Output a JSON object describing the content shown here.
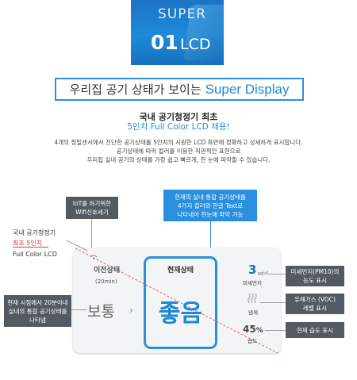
{
  "banner": {
    "super": "SUPER",
    "number": "01",
    "lcd": "LCD"
  },
  "headline": {
    "text": "우리집 공기 상태가 보이는",
    "highlight": "Super Display"
  },
  "subtitle": {
    "line1": "국내 공기청정기 최초",
    "line2": "5인치 Full Color LCD 채용!"
  },
  "description": [
    "4개의 정밀센서에서 진단한 공기상태를 5인치의 시원한 LCD 화면에 정확하고 상세하게 표시합니다.",
    "공기상태에 따라 컬러를 이용한 직관적인 표현으로",
    "우리집 실내 공기의 상태를 가장 쉽고 빠르게, 한 눈에 파악할 수 있습니다."
  ],
  "callouts": {
    "iot": [
      "IoT를 하기위한",
      "Wifi신호세기"
    ],
    "current": [
      "현재의 실내 통합 공기상태를",
      "4가지 컬러와 한글 Text로",
      "나타내어 한눈에 파악 가능"
    ],
    "present": [
      "현재 시점에서 20분이내",
      "실내의 통합 공기상태를",
      "나타냄"
    ],
    "pm10": [
      "미세먼지(PM10)의",
      "농도 표시"
    ],
    "voc": [
      "유해가스 (VOC)",
      "레벨 표시"
    ],
    "humidity": "현재 습도 표시"
  },
  "left_note": {
    "line1": "국내 공기청정기",
    "line2": "최초 5인치",
    "line3": "Full Color LCD"
  },
  "display": {
    "prev_title": "이전상태",
    "prev_sub": "(20min)",
    "prev_value": "보통",
    "cur_title": "현재상태",
    "cur_value": "좋음",
    "pm_value": "3",
    "pm_unit": "μg/㎥",
    "pm_label": "미세먼지",
    "smell_label": "냄새",
    "humidity_value": "45",
    "humidity_unit": "%",
    "humidity_label": "습도"
  },
  "colors": {
    "accent": "#2a8fde",
    "callout": "#545a61",
    "highlight_red": "#d23c3c"
  }
}
